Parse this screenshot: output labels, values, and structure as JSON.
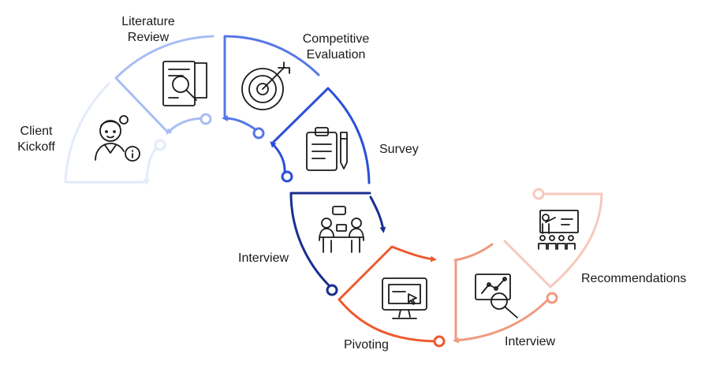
{
  "stages": [
    {
      "id": "client-kickoff",
      "label": "Client\nKickoff",
      "color": "#e3ebfb",
      "icon": "consultant-icon"
    },
    {
      "id": "literature-review",
      "label": "Literature\nReview",
      "color": "#a9bdf3",
      "icon": "document-search-icon"
    },
    {
      "id": "competitive-evaluation",
      "label": "Competitive\nEvaluation",
      "color": "#5677e6",
      "icon": "target-icon"
    },
    {
      "id": "survey",
      "label": "Survey",
      "color": "#2a4fd6",
      "icon": "clipboard-icon"
    },
    {
      "id": "interview-1",
      "label": "Interview",
      "color": "#1a2f8f",
      "icon": "meeting-icon"
    },
    {
      "id": "pivoting",
      "label": "Pivoting",
      "color": "#ec5a2e",
      "icon": "monitor-icon"
    },
    {
      "id": "interview-2",
      "label": "Interview",
      "color": "#f09a80",
      "icon": "analysis-icon"
    },
    {
      "id": "recommendations",
      "label": "Recommendations",
      "color": "#f6c9bc",
      "icon": "presentation-icon"
    }
  ]
}
